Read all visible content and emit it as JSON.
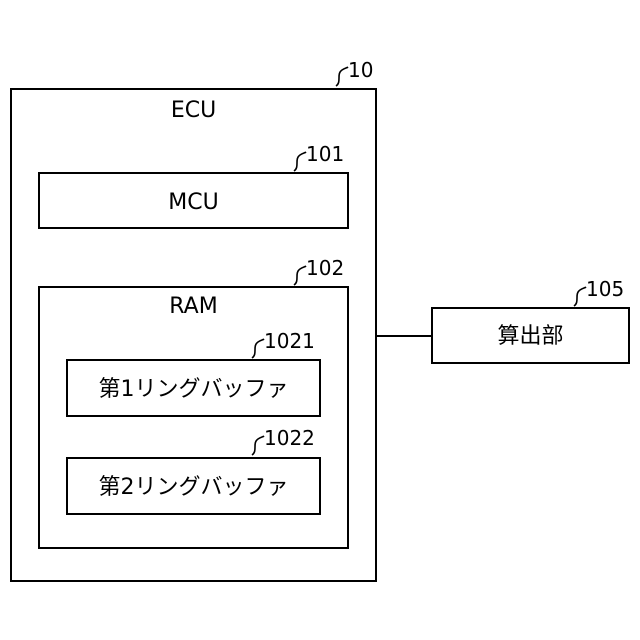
{
  "ecu": {
    "label": "ECU",
    "ref": "10"
  },
  "mcu": {
    "label": "MCU",
    "ref": "101"
  },
  "ram": {
    "label": "RAM",
    "ref": "102"
  },
  "buffer1": {
    "label": "第1リングバッファ",
    "ref": "1021"
  },
  "buffer2": {
    "label": "第2リングバッファ",
    "ref": "1022"
  },
  "calc": {
    "label": "算出部",
    "ref": "105"
  }
}
